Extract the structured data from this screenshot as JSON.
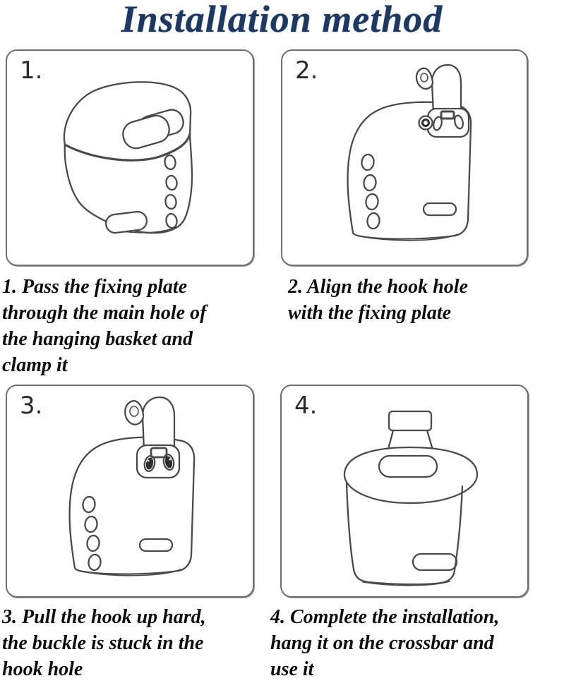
{
  "title": "Installation method",
  "title_color": "#1d3963",
  "line_art_color": "#4a4a4a",
  "panels": [
    {
      "number": "1.",
      "illustration": "hanging-basket-perspective-view"
    },
    {
      "number": "2.",
      "illustration": "basket-side-view-with-hook-aligned"
    },
    {
      "number": "3.",
      "illustration": "basket-side-view-hook-pulled-up"
    },
    {
      "number": "4.",
      "illustration": "basket-front-view-installed"
    }
  ],
  "captions": [
    {
      "lines": [
        "1. Pass the fixing plate",
        "through the main hole of",
        "the hanging basket and",
        "clamp it"
      ]
    },
    {
      "lines": [
        "2. Align the hook hole",
        "with the fixing plate",
        "",
        ""
      ]
    },
    {
      "lines": [
        "3. Pull the hook up hard,",
        "the buckle is stuck in the",
        "hook hole",
        ""
      ]
    },
    {
      "lines": [
        "4. Complete the installation,",
        "hang it on the crossbar and",
        "use it",
        ""
      ]
    }
  ]
}
